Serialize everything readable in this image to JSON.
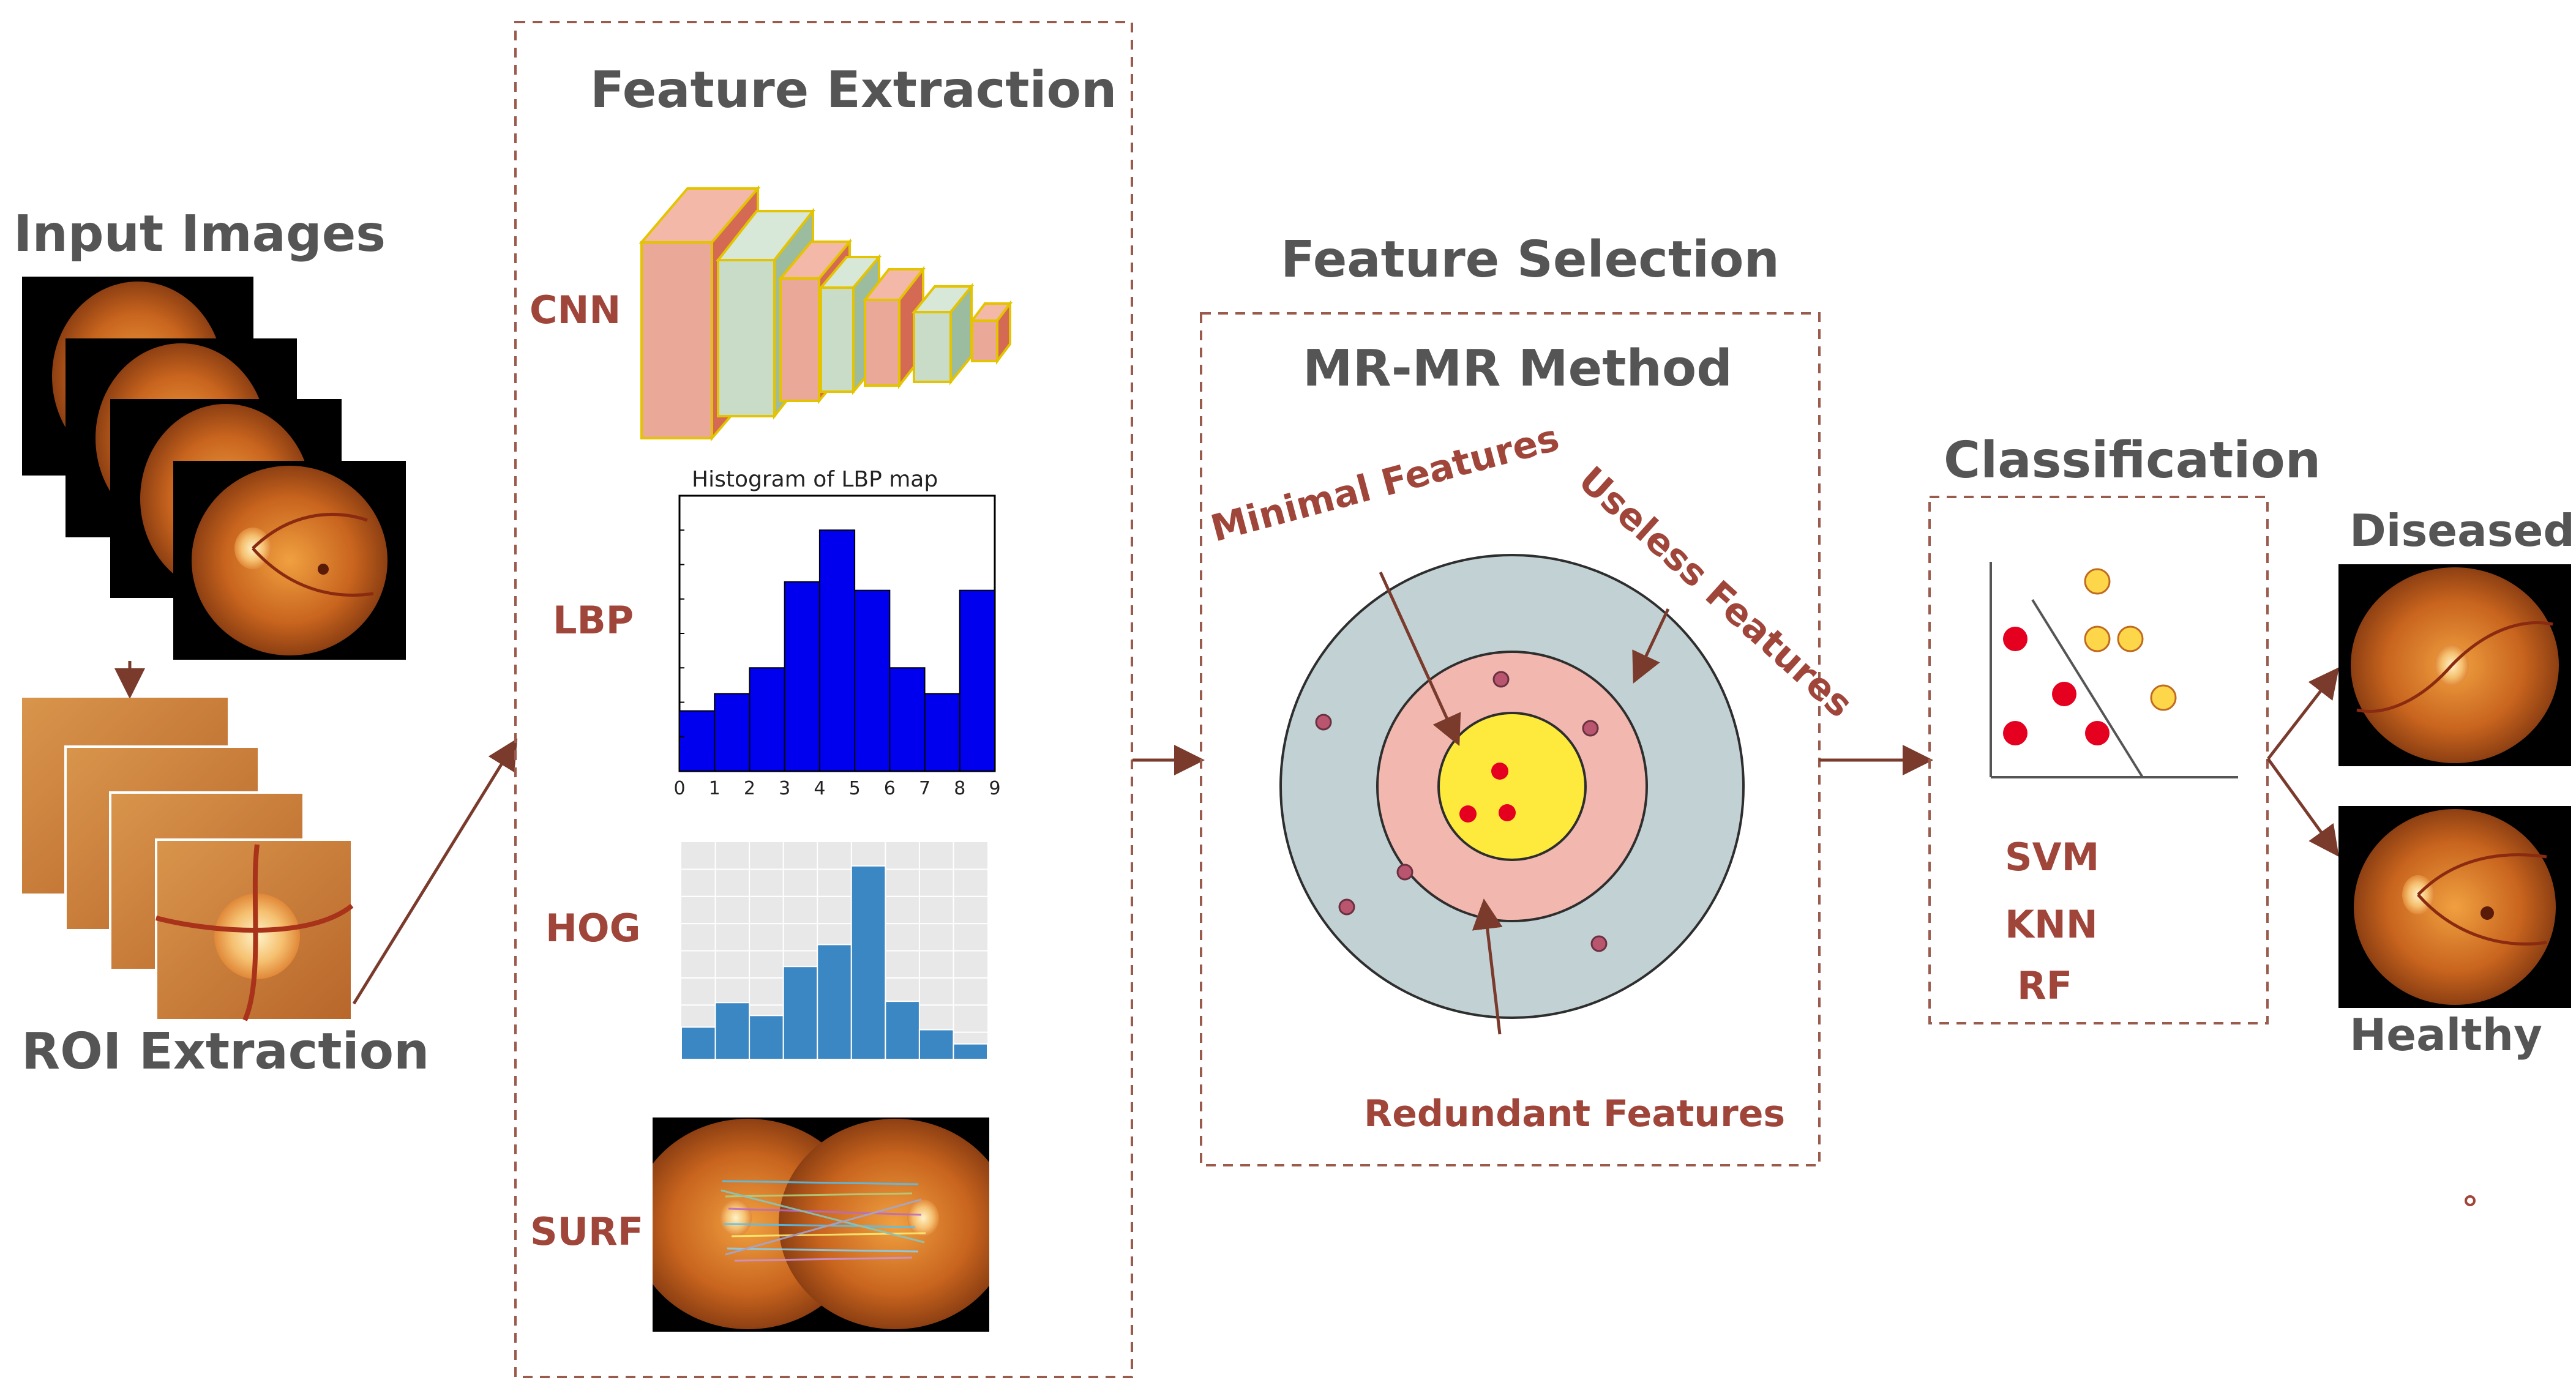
{
  "input": {
    "title": "Input Images",
    "roi_title": "ROI Extraction"
  },
  "feature_extraction": {
    "title": "Feature Extraction",
    "methods": [
      "CNN",
      "LBP",
      "HOG",
      "SURF"
    ],
    "lbp_chart_title": "Histogram of LBP map"
  },
  "feature_selection": {
    "title": "Feature Selection",
    "method": "MR-MR Method",
    "minimal": "Minimal Features",
    "useless": "Useless Features",
    "redundant": "Redundant Features"
  },
  "classification": {
    "title": "Classification",
    "classifiers": [
      "SVM",
      "KNN",
      "RF"
    ]
  },
  "output": {
    "diseased": "Diseased",
    "healthy": "Healthy"
  },
  "chart_data": [
    {
      "type": "bar",
      "title": "Histogram of LBP map",
      "x_ticks": [
        "0",
        "1",
        "2",
        "3",
        "4",
        "5",
        "6",
        "7",
        "8",
        "9"
      ],
      "values": [
        3.5,
        4.5,
        6,
        11,
        14,
        10.5,
        6,
        4.5,
        10.5
      ],
      "ylim": [
        0,
        16
      ],
      "color": "#0000ee"
    },
    {
      "type": "bar",
      "values": [
        2500,
        4400,
        3400,
        7200,
        8900,
        15000,
        4500,
        2300,
        1200
      ],
      "ylim": [
        0,
        16000
      ],
      "color": "#3b87c4",
      "grid": true
    }
  ]
}
